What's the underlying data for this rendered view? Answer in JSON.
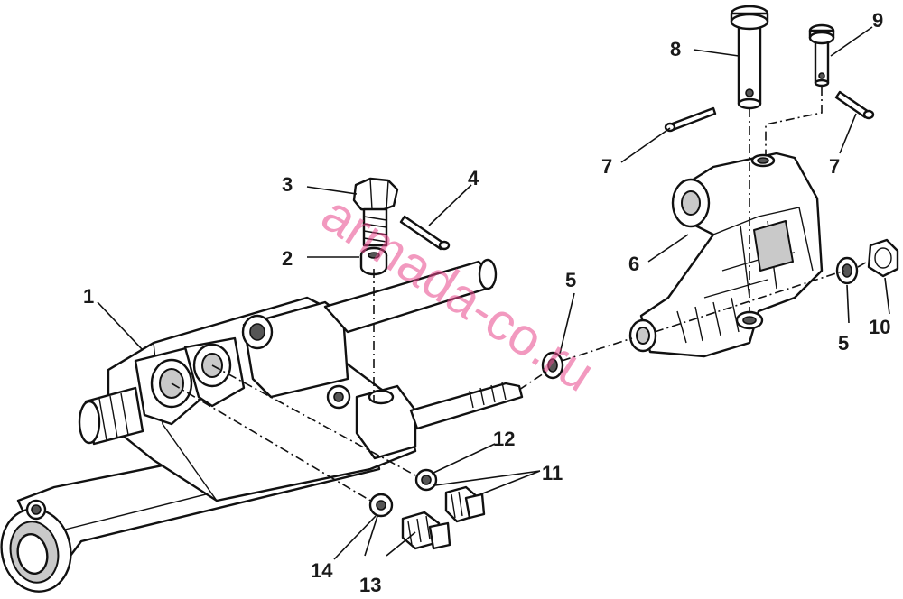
{
  "watermark": "armada-co.ru",
  "callouts": [
    {
      "id": "1",
      "text": "1"
    },
    {
      "id": "2",
      "text": "2"
    },
    {
      "id": "3",
      "text": "3"
    },
    {
      "id": "4",
      "text": "4"
    },
    {
      "id": "5a",
      "text": "5"
    },
    {
      "id": "5b",
      "text": "5"
    },
    {
      "id": "6",
      "text": "6"
    },
    {
      "id": "7a",
      "text": "7"
    },
    {
      "id": "7b",
      "text": "7"
    },
    {
      "id": "8",
      "text": "8"
    },
    {
      "id": "9",
      "text": "9"
    },
    {
      "id": "10",
      "text": "10"
    },
    {
      "id": "11",
      "text": "11"
    },
    {
      "id": "12",
      "text": "12"
    },
    {
      "id": "13",
      "text": "13"
    },
    {
      "id": "14",
      "text": "14"
    }
  ]
}
